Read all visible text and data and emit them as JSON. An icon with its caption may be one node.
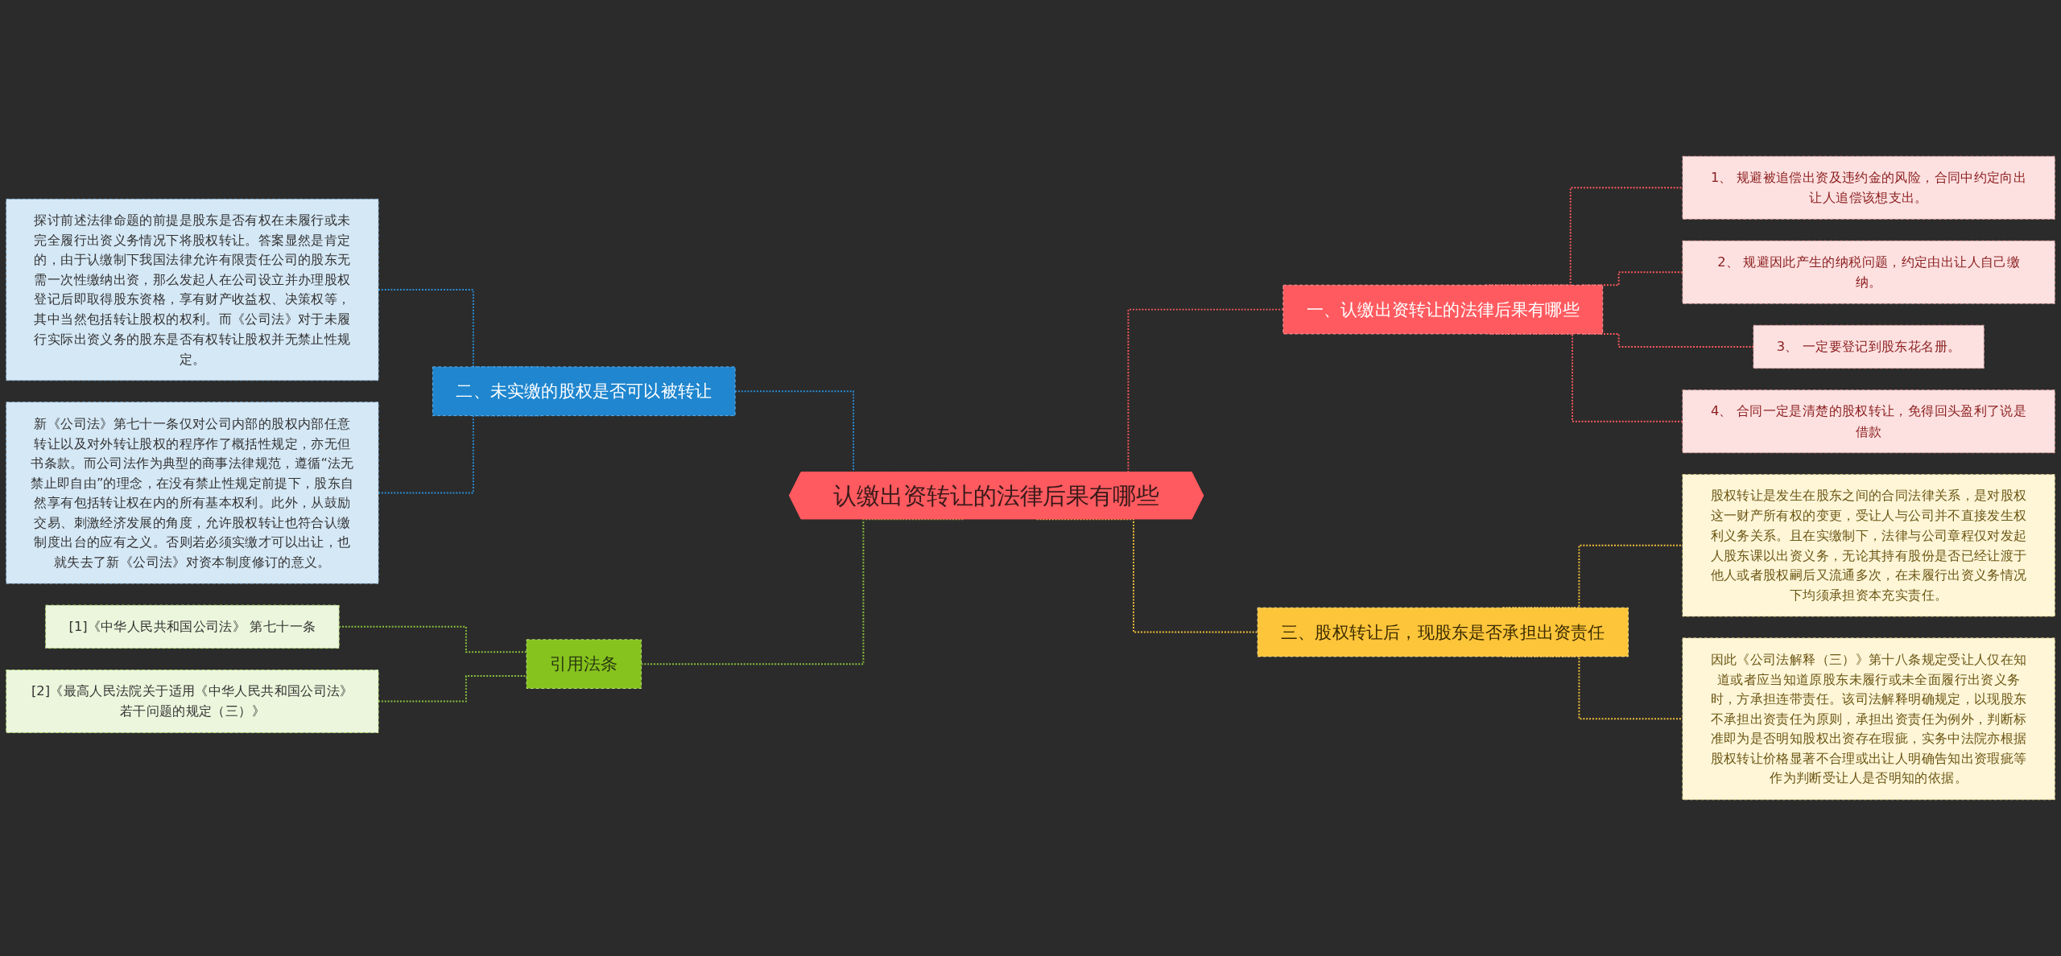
{
  "diagram": {
    "nodes": [
      {
        "text": [
          "认缴出资转让的法律后果有哪些"
        ]
      },
      {
        "text": [
          "二、未实缴的股权是否可以被转让"
        ]
      },
      {
        "text": [
          "探讨前述法律命题的前提是股东是否有权在未履行或未完全履行出资义务情况下将股权转让。答案显然是肯定的，由于认缴制下我国法律允许有限责任公司的股东无需一次性缴纳出资，那么发起人在公司设立并办理股权登记后即取得股东资格，享有财产收益权、决策权等，其中当然包括转让股权的权利。而《公司法》对于未履行实际出资义务的股东是否有权转让股权并无禁止性规定。"
        ]
      },
      {
        "text": [
          "新《公司法》第七十一条仅对公司内部的股权内部任意转让以及对外转让股权的程序作了概括性规定，亦无但书条款。而公司法作为典型的商事法律规范，遵循“法无禁止即自由”的理念，在没有禁止性规定前提下，股东自然享有包括转让权在内的所有基本权利。此外，从鼓励交易、刺激经济发展的角度，允许股权转让也符合认缴制度出台的应有之义。否则若必须实缴才可以出让，也就失去了新《公司法》对资本制度修订的意义。"
        ]
      },
      {
        "text": [
          "引用法条"
        ]
      },
      {
        "text": [
          "[1]《中华人民共和国公司法》 第七十一条"
        ]
      },
      {
        "text": [
          "[2]《最高人民法院关于适用《中华人民共和国公司法》若干问题的规定（三）》"
        ]
      },
      {
        "text": [
          "一、认缴出资转让的法律后果有哪些"
        ]
      },
      {
        "text": [
          "1、 规避被追偿出资及违约金的风险，合同中约定向出让人追偿该想支出。"
        ]
      },
      {
        "text": [
          "2、 规避因此产生的纳税问题，约定由出让人自己缴纳。"
        ]
      },
      {
        "text": [
          "3、 一定要登记到股东花名册。"
        ]
      },
      {
        "text": [
          "4、 合同一定是清楚的股权转让，免得回头盈利了说是借款"
        ]
      },
      {
        "text": [
          "三、股权转让后，现股东是否承担出资责任"
        ]
      },
      {
        "text": [
          "股权转让是发生在股东之间的合同法律关系，是对股权这一财产所有权的变更，受让人与公司并不直接发生权利义务关系。且在实缴制下，法律与公司章程仅对发起人股东课以出资义务，无论其持有股份是否已经让渡于他人或者股权嗣后又流通多次，在未履行出资义务情况下均须承担资本充实责任。"
        ]
      },
      {
        "text": [
          "因此《公司法解释（三）》第十八条规定受让人仅在知道或者应当知道原股东未履行或未全面履行出资义务时，方承担连带责任。该司法解释明确规定，以现股东不承担出资责任为原则，承担出资责任为例外，判断标准即为是否明知股权出资存在瑕疵，实务中法院亦根据股权转让价格显著不合理或出让人明确告知出资瑕疵等作为判断受让人是否明知的依据。"
        ]
      }
    ],
    "edges": [
      {
        "from": 0,
        "to": 1,
        "arrow": "none",
        "style": "dashed",
        "color": "#2a8fd8"
      },
      {
        "from": 1,
        "to": 2,
        "arrow": "none",
        "style": "dashed",
        "color": "#2a8fd8"
      },
      {
        "from": 1,
        "to": 3,
        "arrow": "none",
        "style": "dashed",
        "color": "#2a8fd8"
      },
      {
        "from": 0,
        "to": 4,
        "arrow": "none",
        "style": "dashed",
        "color": "#8cc63f"
      },
      {
        "from": 4,
        "to": 5,
        "arrow": "none",
        "style": "dashed",
        "color": "#8cc63f"
      },
      {
        "from": 4,
        "to": 6,
        "arrow": "none",
        "style": "dashed",
        "color": "#8cc63f"
      },
      {
        "from": 0,
        "to": 7,
        "arrow": "none",
        "style": "dashed",
        "color": "#ff5a5f"
      },
      {
        "from": 7,
        "to": 8,
        "arrow": "none",
        "style": "dashed",
        "color": "#ff5a5f"
      },
      {
        "from": 7,
        "to": 9,
        "arrow": "none",
        "style": "dashed",
        "color": "#ff5a5f"
      },
      {
        "from": 7,
        "to": 10,
        "arrow": "none",
        "style": "dashed",
        "color": "#ff5a5f"
      },
      {
        "from": 7,
        "to": 11,
        "arrow": "none",
        "style": "dashed",
        "color": "#ff5a5f"
      },
      {
        "from": 0,
        "to": 12,
        "arrow": "none",
        "style": "dashed",
        "color": "#f7c53b"
      },
      {
        "from": 12,
        "to": 13,
        "arrow": "none",
        "style": "dashed",
        "color": "#f7c53b"
      },
      {
        "from": 12,
        "to": 14,
        "arrow": "none",
        "style": "dashed",
        "color": "#f7c53b"
      }
    ]
  }
}
